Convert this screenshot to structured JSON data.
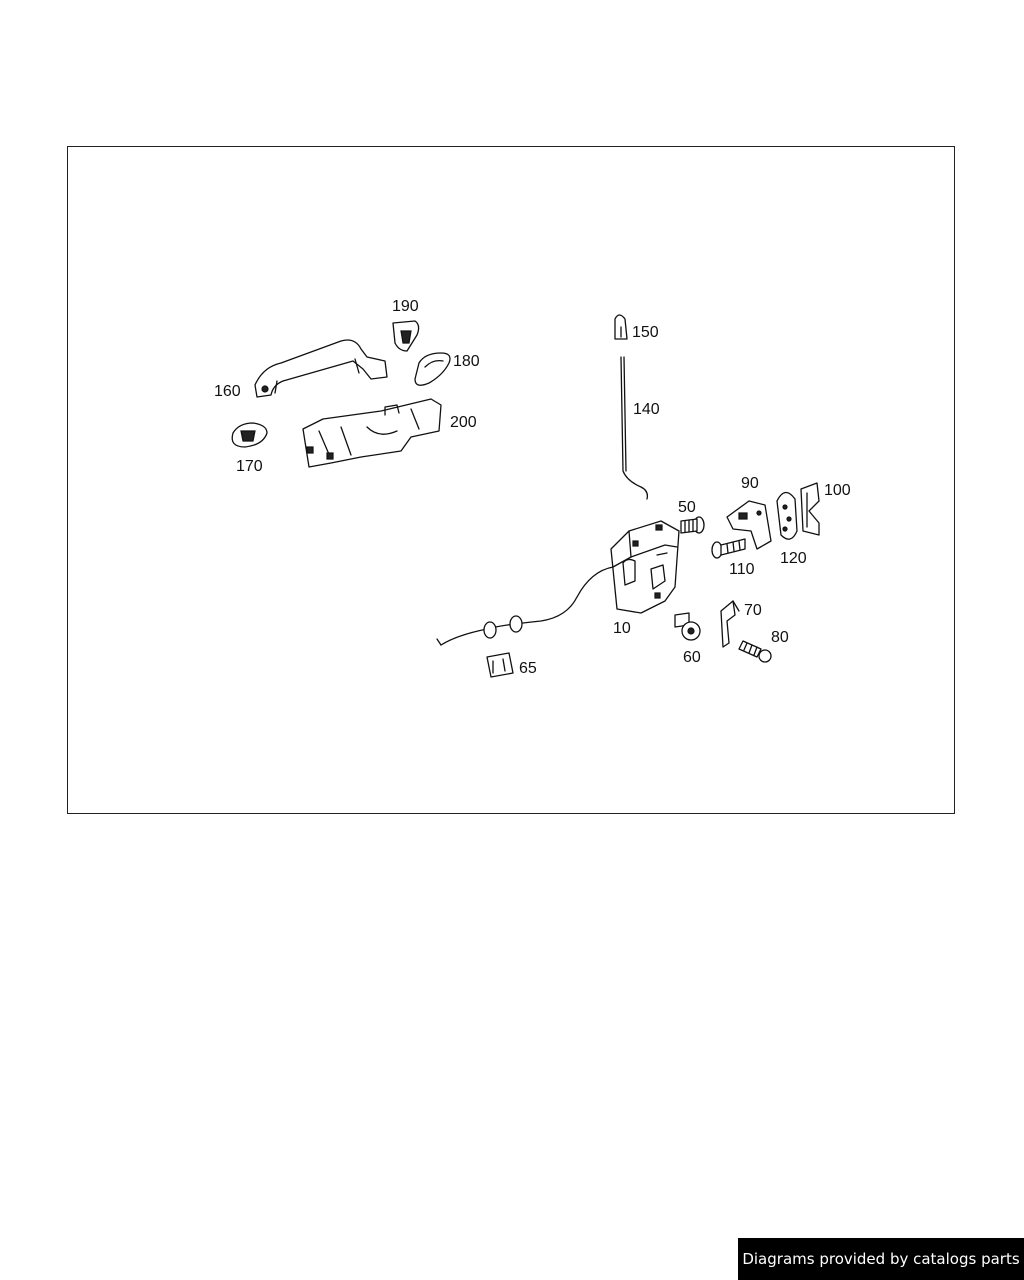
{
  "diagram": {
    "callouts": [
      {
        "id": "c190",
        "label": "190"
      },
      {
        "id": "c180",
        "label": "180"
      },
      {
        "id": "c160",
        "label": "160"
      },
      {
        "id": "c200",
        "label": "200"
      },
      {
        "id": "c170",
        "label": "170"
      },
      {
        "id": "c150",
        "label": "150"
      },
      {
        "id": "c140",
        "label": "140"
      },
      {
        "id": "c90",
        "label": "90"
      },
      {
        "id": "c100",
        "label": "100"
      },
      {
        "id": "c50",
        "label": "50"
      },
      {
        "id": "c120",
        "label": "120"
      },
      {
        "id": "c110",
        "label": "110"
      },
      {
        "id": "c70",
        "label": "70"
      },
      {
        "id": "c10",
        "label": "10"
      },
      {
        "id": "c80",
        "label": "80"
      },
      {
        "id": "c60",
        "label": "60"
      },
      {
        "id": "c65",
        "label": "65"
      }
    ]
  },
  "footer": {
    "text": "Diagrams provided by catalogs parts"
  }
}
